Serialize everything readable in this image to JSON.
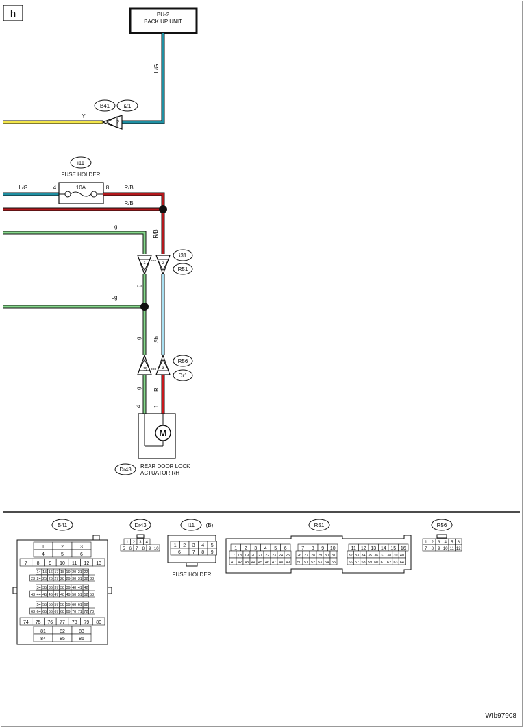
{
  "page_tag": "h",
  "figure_id": "WIb97908",
  "colors": {
    "L/G": "#1e8fa2",
    "Y": "#f2e54a",
    "R/B": "#b3181c",
    "Lg": "#86d98c",
    "Sb": "#a9e0f2",
    "R": "#c8181c",
    "outline": "#111111"
  },
  "components": {
    "backup_unit": {
      "line1": "BU-2",
      "line2": "BACK UP UNIT"
    },
    "fuse_holder": {
      "ref": "i11",
      "name": "FUSE HOLDER",
      "rating": "10A",
      "pin_in": "4",
      "pin_out": "8"
    },
    "actuator": {
      "ref": "Dr43",
      "line1": "REAR DOOR LOCK",
      "line2": "ACTUATOR RH",
      "motor": "M",
      "pin_lg": "4",
      "pin_r": "1"
    }
  },
  "wires": {
    "lg_top": "L/G",
    "y_left": "Y",
    "lg_fuse_in": "L/G",
    "rb_fuse_out": "R/B",
    "rb_lower": "R/B",
    "rb_vertical": "R/B",
    "lg_upper": "Lg",
    "lg_lower": "Lg",
    "lg_vertical_1": "Lg",
    "lg_vertical_2": "Lg",
    "lg_vertical_3": "Lg",
    "sb_vertical": "Sb",
    "r_vertical": "R"
  },
  "connectors": {
    "b41_i21": {
      "label_a": "B41",
      "label_b": "i21",
      "pin": "2"
    },
    "i31_r51": {
      "label_a": "i31",
      "label_b": "R51",
      "pin_left": "1",
      "pin_right": "2"
    },
    "r56_dr1": {
      "label_a": "R56",
      "label_b": "Dr1",
      "pin_left": "10",
      "pin_right": "3"
    }
  },
  "connector_faces": {
    "B41": {
      "label": "B41",
      "rows": [
        [
          "1",
          "2",
          "3"
        ],
        [
          "4",
          "5",
          "6"
        ],
        [
          "7",
          "8",
          "9",
          "10",
          "11",
          "12",
          "13"
        ],
        [
          "14",
          "15",
          "16",
          "17",
          "18",
          "19",
          "20",
          "21",
          "22"
        ],
        [
          "23",
          "24",
          "25",
          "26",
          "27",
          "28",
          "29",
          "30",
          "31",
          "32",
          "33"
        ],
        [
          "34",
          "35",
          "36",
          "37",
          "38",
          "39",
          "40",
          "41",
          "42"
        ],
        [
          "43",
          "44",
          "45",
          "46",
          "47",
          "48",
          "49",
          "50",
          "51",
          "52",
          "53"
        ],
        [
          "54",
          "55",
          "56",
          "57",
          "58",
          "59",
          "60",
          "61",
          "62"
        ],
        [
          "63",
          "64",
          "65",
          "66",
          "67",
          "68",
          "69",
          "70",
          "71",
          "72",
          "73"
        ],
        [
          "74",
          "75",
          "76",
          "77",
          "78",
          "79",
          "80"
        ],
        [
          "81",
          "82",
          "83"
        ],
        [
          "84",
          "85",
          "86"
        ]
      ]
    },
    "Dr43": {
      "label": "Dr43",
      "rows": [
        [
          "1",
          "2",
          "3",
          "4"
        ],
        [
          "5",
          "6",
          "7",
          "8",
          "9",
          "10"
        ]
      ]
    },
    "i11": {
      "label": "i11",
      "suffix": "(B)",
      "caption": "FUSE HOLDER",
      "rows": [
        [
          "1",
          "2",
          "3",
          "4",
          "5"
        ],
        [
          "6",
          "7",
          "8",
          "9"
        ]
      ]
    },
    "R51": {
      "label": "R51",
      "left_rows": [
        [
          "1",
          "2",
          "3",
          "4",
          "5",
          "6"
        ],
        [
          "17",
          "18",
          "19",
          "20",
          "21",
          "22",
          "23",
          "24",
          "25"
        ],
        [
          "41",
          "42",
          "43",
          "44",
          "45",
          "46",
          "47",
          "48",
          "49"
        ]
      ],
      "mid_rows": [
        [
          "7",
          "8",
          "9",
          "10"
        ],
        [
          "26",
          "27",
          "28",
          "29",
          "30",
          "31"
        ],
        [
          "50",
          "51",
          "52",
          "53",
          "54",
          "55"
        ]
      ],
      "right_rows": [
        [
          "11",
          "12",
          "13",
          "14",
          "15",
          "16"
        ],
        [
          "32",
          "33",
          "34",
          "35",
          "36",
          "37",
          "38",
          "39",
          "40"
        ],
        [
          "56",
          "57",
          "58",
          "59",
          "60",
          "61",
          "62",
          "63",
          "64"
        ]
      ]
    },
    "R56": {
      "label": "R56",
      "rows": [
        [
          "1",
          "2",
          "3",
          "4",
          "5",
          "6"
        ],
        [
          "7",
          "8",
          "9",
          "10",
          "11",
          "12"
        ]
      ]
    }
  }
}
